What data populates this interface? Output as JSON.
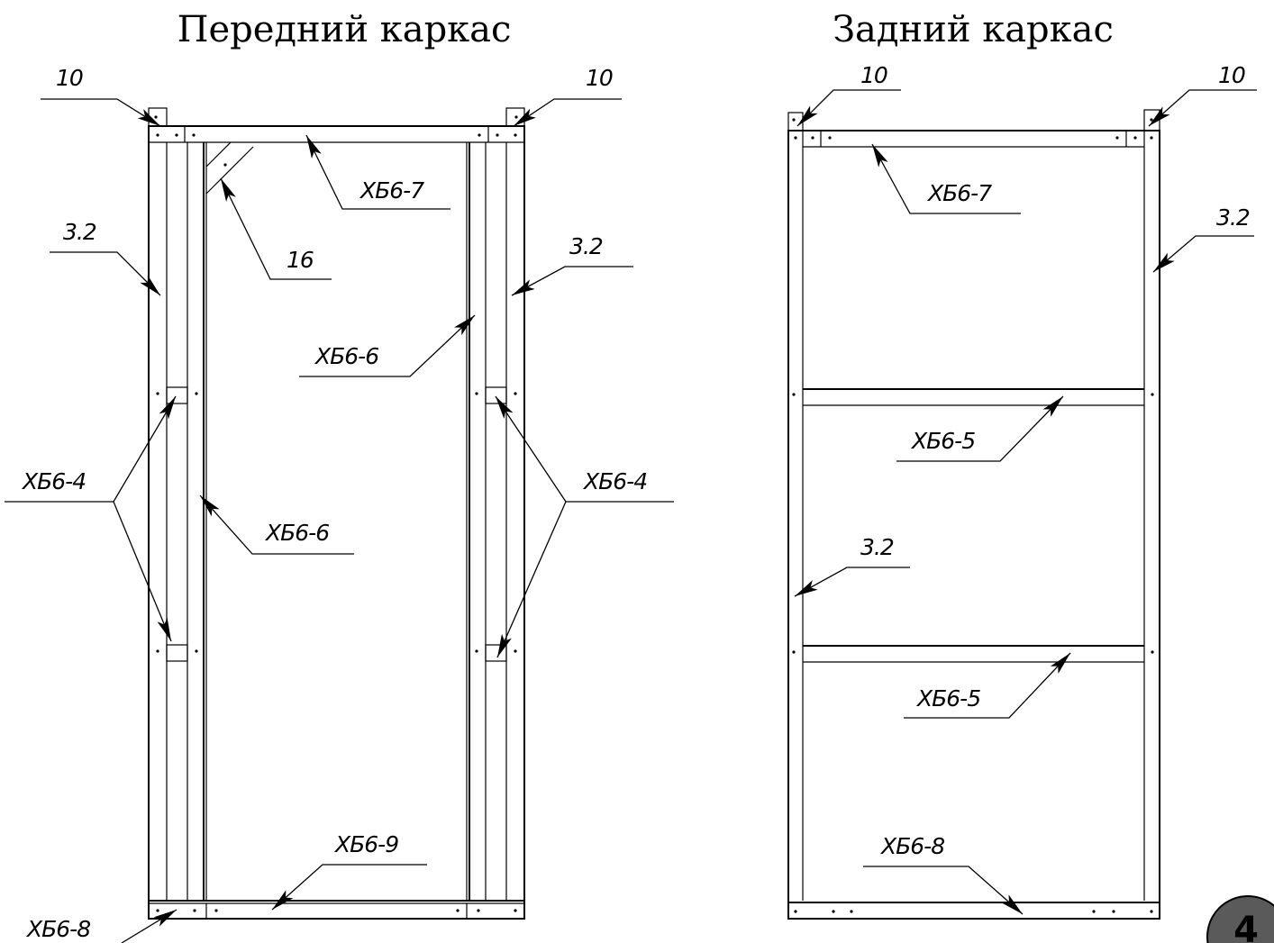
{
  "front": {
    "title": "Передний каркас",
    "labels": {
      "top_left": "10",
      "top_right": "10",
      "top_bar": "ХБ6-7",
      "brace": "16",
      "side_left": "3.2",
      "side_right": "3.2",
      "inner_right": "ХБ6-6",
      "inner_left": "ХБ6-6",
      "cross_left": "ХБ6-4",
      "cross_right": "ХБ6-4",
      "bottom_bar": "ХБ6-9",
      "bottom_left": "ХБ6-8"
    }
  },
  "rear": {
    "title": "Задний каркас",
    "labels": {
      "top_left": "10",
      "top_right": "10",
      "top_bar": "ХБ6-7",
      "side_right": "3.2",
      "shelf_upper": "ХБ6-5",
      "side_left": "3.2",
      "shelf_lower": "ХБ6-5",
      "bottom_bar": "ХБ6-8"
    }
  },
  "page_number": "4"
}
